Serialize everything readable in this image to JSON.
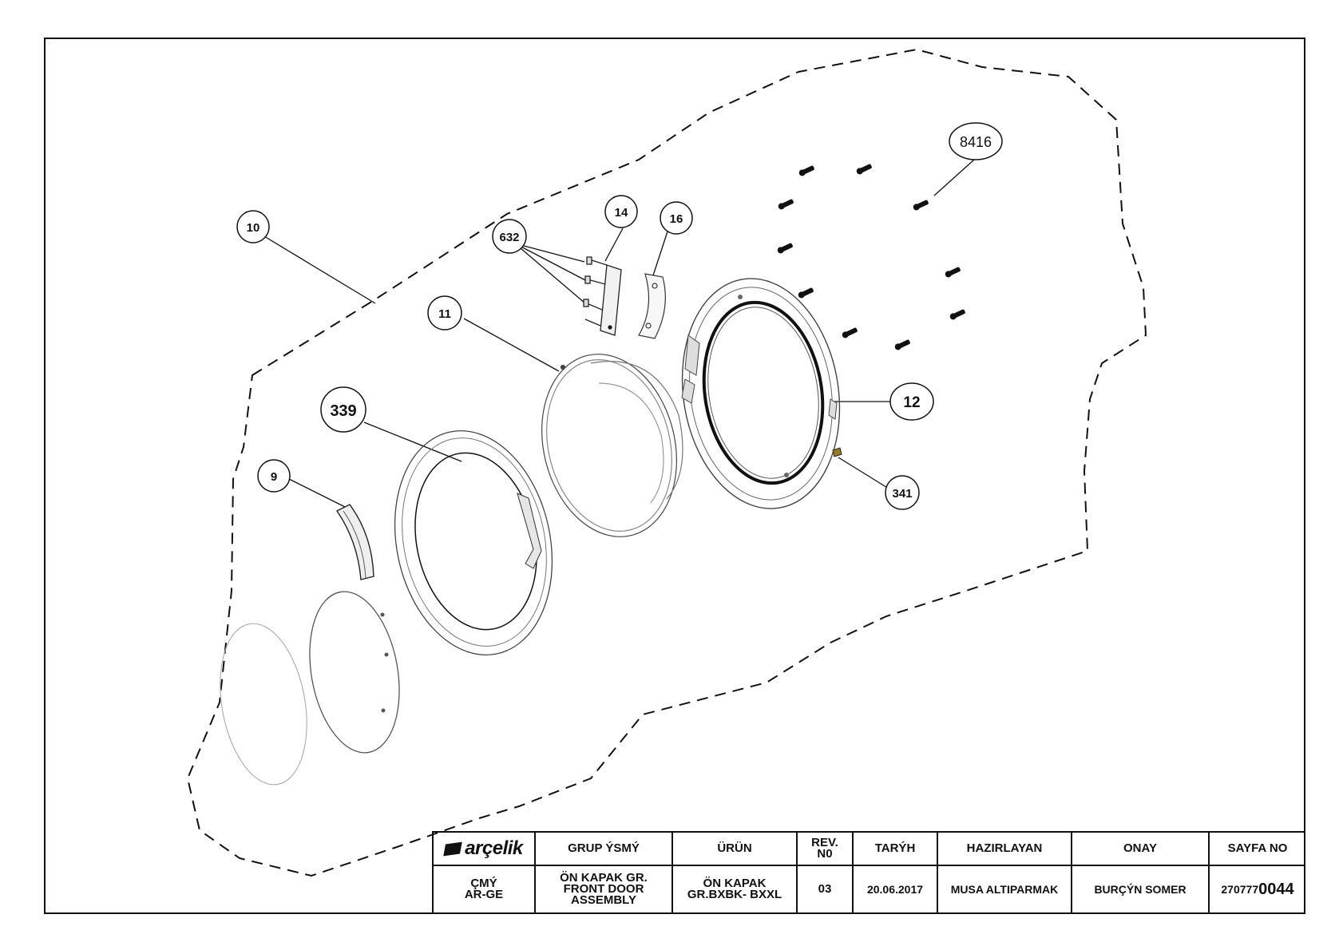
{
  "callouts": {
    "c10": "10",
    "c632": "632",
    "c14": "14",
    "c16": "16",
    "c8416": "8416",
    "c11": "11",
    "c339": "339",
    "c12": "12",
    "c9": "9",
    "c341": "341"
  },
  "titleblock": {
    "brand": "arçelik",
    "header": {
      "group_name": "GRUP ÝSMÝ",
      "product": "ÜRÜN",
      "rev_no": "REV.\nN0",
      "date": "TARÝH",
      "prepared_by": "HAZIRLAYAN",
      "approval": "ONAY",
      "page_no": "SAYFA NO"
    },
    "values": {
      "department": "ÇMÝ\nAR-GE",
      "group_name": "ÖN KAPAK GR.\nFRONT DOOR\nASSEMBLY",
      "product": "ÖN KAPAK\nGR.BXBK- BXXL",
      "rev_no": "03",
      "date": "20.06.2017",
      "prepared_by": "MUSA ALTIPARMAK",
      "approval": "BURÇÝN SOMER",
      "page_prefix": "270777",
      "page_suffix": "0044"
    }
  }
}
